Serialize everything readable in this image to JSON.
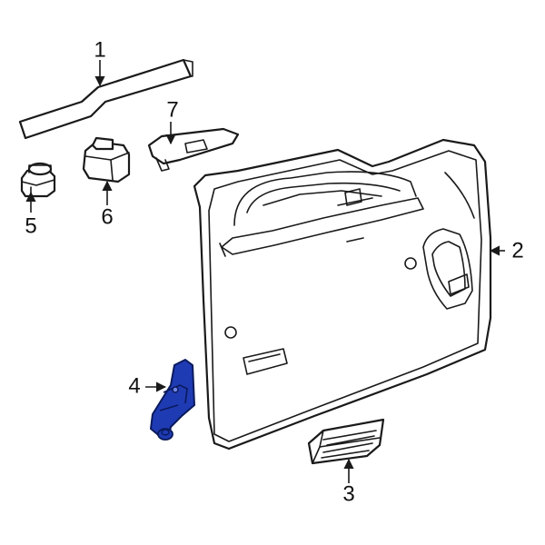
{
  "callouts": {
    "c1": "1",
    "c2": "2",
    "c3": "3",
    "c4": "4",
    "c5": "5",
    "c6": "6",
    "c7": "7"
  },
  "colors": {
    "line": "#1a1a1a",
    "highlight_fill": "#1f3bb3",
    "highlight_stroke": "#0a1a5c",
    "background": "#ffffff"
  }
}
